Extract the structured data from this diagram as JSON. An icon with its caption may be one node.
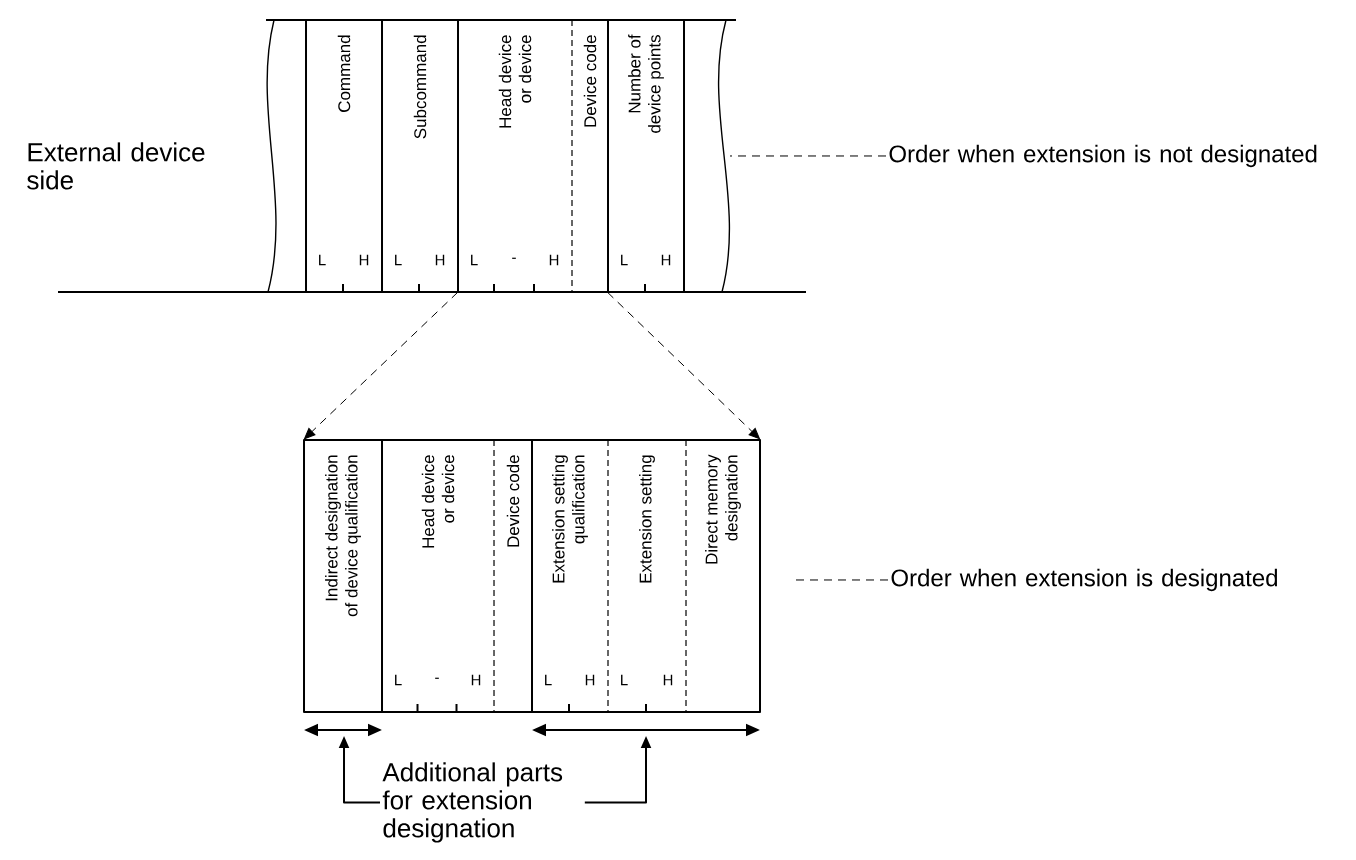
{
  "diagram": {
    "nodes": [
      {
        "text": [
          "Command",
          "L",
          "H"
        ]
      },
      {
        "text": [
          "Subcommand",
          "L",
          "H"
        ]
      },
      {
        "text": [
          "Head device or device",
          "L",
          "-",
          "H"
        ]
      },
      {
        "text": [
          "Device code"
        ]
      },
      {
        "text": [
          "Number of device points",
          "L",
          "H"
        ]
      },
      {
        "text": [
          "Indirect designation of device qualification"
        ]
      },
      {
        "text": [
          "Head device or device",
          "L",
          "-",
          "H"
        ]
      },
      {
        "text": [
          "Device code"
        ]
      },
      {
        "text": [
          "Extension setting qualification",
          "L",
          "H"
        ]
      },
      {
        "text": [
          "Extension setting",
          "L",
          "H"
        ]
      },
      {
        "text": [
          "Direct memory designation"
        ]
      },
      {
        "text": [
          "Additional parts for extension designation"
        ]
      },
      {
        "text": [
          "Order when extension is not designated"
        ]
      },
      {
        "text": [
          "Order when extension is designated"
        ]
      }
    ],
    "edges": [
      {
        "from": 2,
        "to": 5,
        "arrow": "to",
        "style": "dashed"
      },
      {
        "from": 4,
        "to": 10,
        "arrow": "to",
        "style": "dashed"
      },
      {
        "from": 12,
        "to": null,
        "arrow": "none",
        "style": "dashed"
      },
      {
        "from": 13,
        "to": null,
        "arrow": "none",
        "style": "dashed"
      },
      {
        "from": 11,
        "to": null,
        "arrow": "to"
      },
      {
        "from": 11,
        "to": null,
        "arrow": "to"
      }
    ],
    "labels": [
      "External device side"
    ]
  }
}
